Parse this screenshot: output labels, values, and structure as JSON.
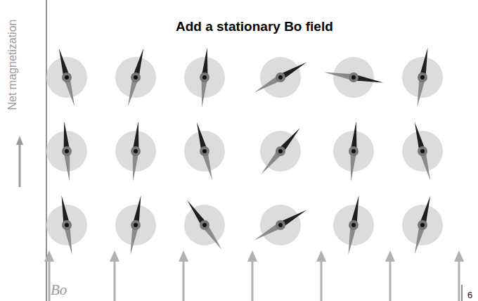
{
  "diagram": {
    "title": "Add a stationary Bo field",
    "labels": [
      "Net magnetization",
      "Bo",
      "6"
    ]
  }
}
